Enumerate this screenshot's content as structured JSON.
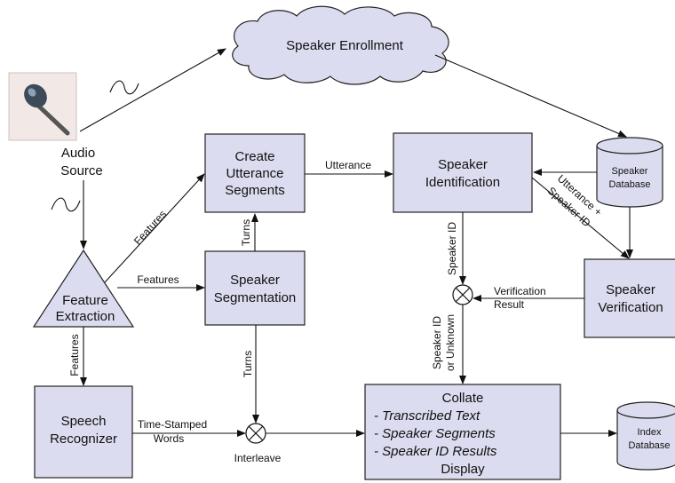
{
  "speaker_enrollment": "Speaker Enrollment",
  "audio_source": [
    "Audio",
    "Source"
  ],
  "create_utterance": [
    "Create",
    "Utterance",
    "Segments"
  ],
  "speaker_identification": [
    "Speaker",
    "Identification"
  ],
  "speaker_database": [
    "Speaker",
    "Database"
  ],
  "feature_extraction": [
    "Feature",
    "Extraction"
  ],
  "speaker_segmentation": [
    "Speaker",
    "Segmentation"
  ],
  "speaker_verification": [
    "Speaker",
    "Verification"
  ],
  "speech_recognizer": [
    "Speech",
    "Recognizer"
  ],
  "collate": {
    "title": "Collate",
    "items": [
      "- Transcribed Text",
      "- Speaker Segments",
      "- Speaker ID Results"
    ],
    "footer": "Display"
  },
  "index_database": [
    "Index",
    "Database"
  ],
  "edge_labels": {
    "utterance": "Utterance",
    "features_upper": "Features",
    "features_mid": "Features",
    "features_left": "Features",
    "turns_upper": "Turns",
    "turns_lower": "Turns",
    "speaker_id": "Speaker ID",
    "utterance_plus": "Utterance +",
    "speaker_id_diag": "Speaker ID",
    "verification_result": [
      "Verification",
      "Result"
    ],
    "speaker_id_or_unknown": [
      "Speaker ID",
      "or Unknown"
    ],
    "time_stamped": [
      "Time-Stamped",
      "Words"
    ],
    "interleave": "Interleave"
  },
  "colors": {
    "box_fill": "#dcdcf0",
    "cloud_fill": "#dcdcf0",
    "stroke": "#222222"
  }
}
